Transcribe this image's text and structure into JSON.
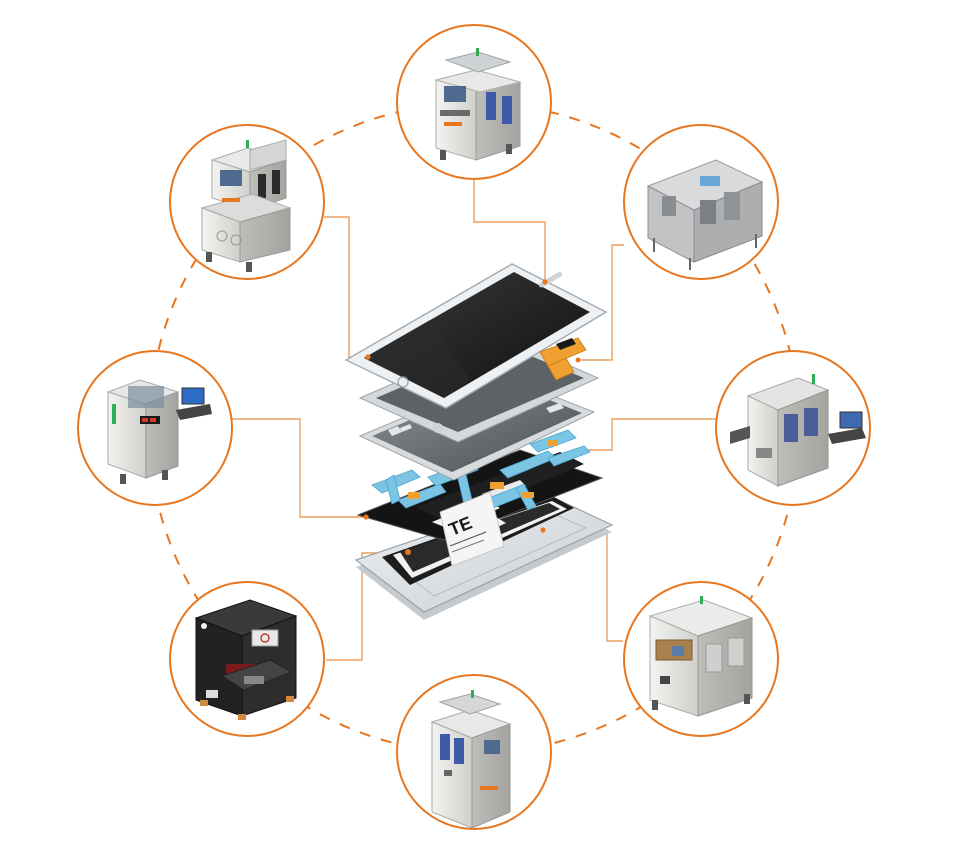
{
  "colors": {
    "accent": "#E8761E",
    "leader": "#E8A064",
    "panel_dark": "#1c1c1c",
    "glass": "#dfe3e6",
    "flex": "#7cc4e4",
    "fpc_orange": "#f0a030"
  },
  "diagram": {
    "ring_style": "dashed",
    "nodes": [
      {
        "id": "top",
        "machine": "inspection-cabinet-machine"
      },
      {
        "id": "top-right",
        "machine": "assembly-line-machine"
      },
      {
        "id": "right",
        "machine": "conveyor-inspection-machine"
      },
      {
        "id": "bottom-right",
        "machine": "cleanroom-cabinet-machine"
      },
      {
        "id": "bottom",
        "machine": "aoi-cabinet-machine"
      },
      {
        "id": "bottom-left",
        "machine": "press-fixture-machine"
      },
      {
        "id": "left",
        "machine": "dispensing-machine"
      },
      {
        "id": "top-left",
        "machine": "laminating-machine"
      }
    ],
    "layers": [
      "cover-glass-layer",
      "touch-panel-layer",
      "polarizer-layer",
      "display-module-layer",
      "backplane-layer",
      "base-glass-layer"
    ],
    "label_glyph": "TE"
  }
}
